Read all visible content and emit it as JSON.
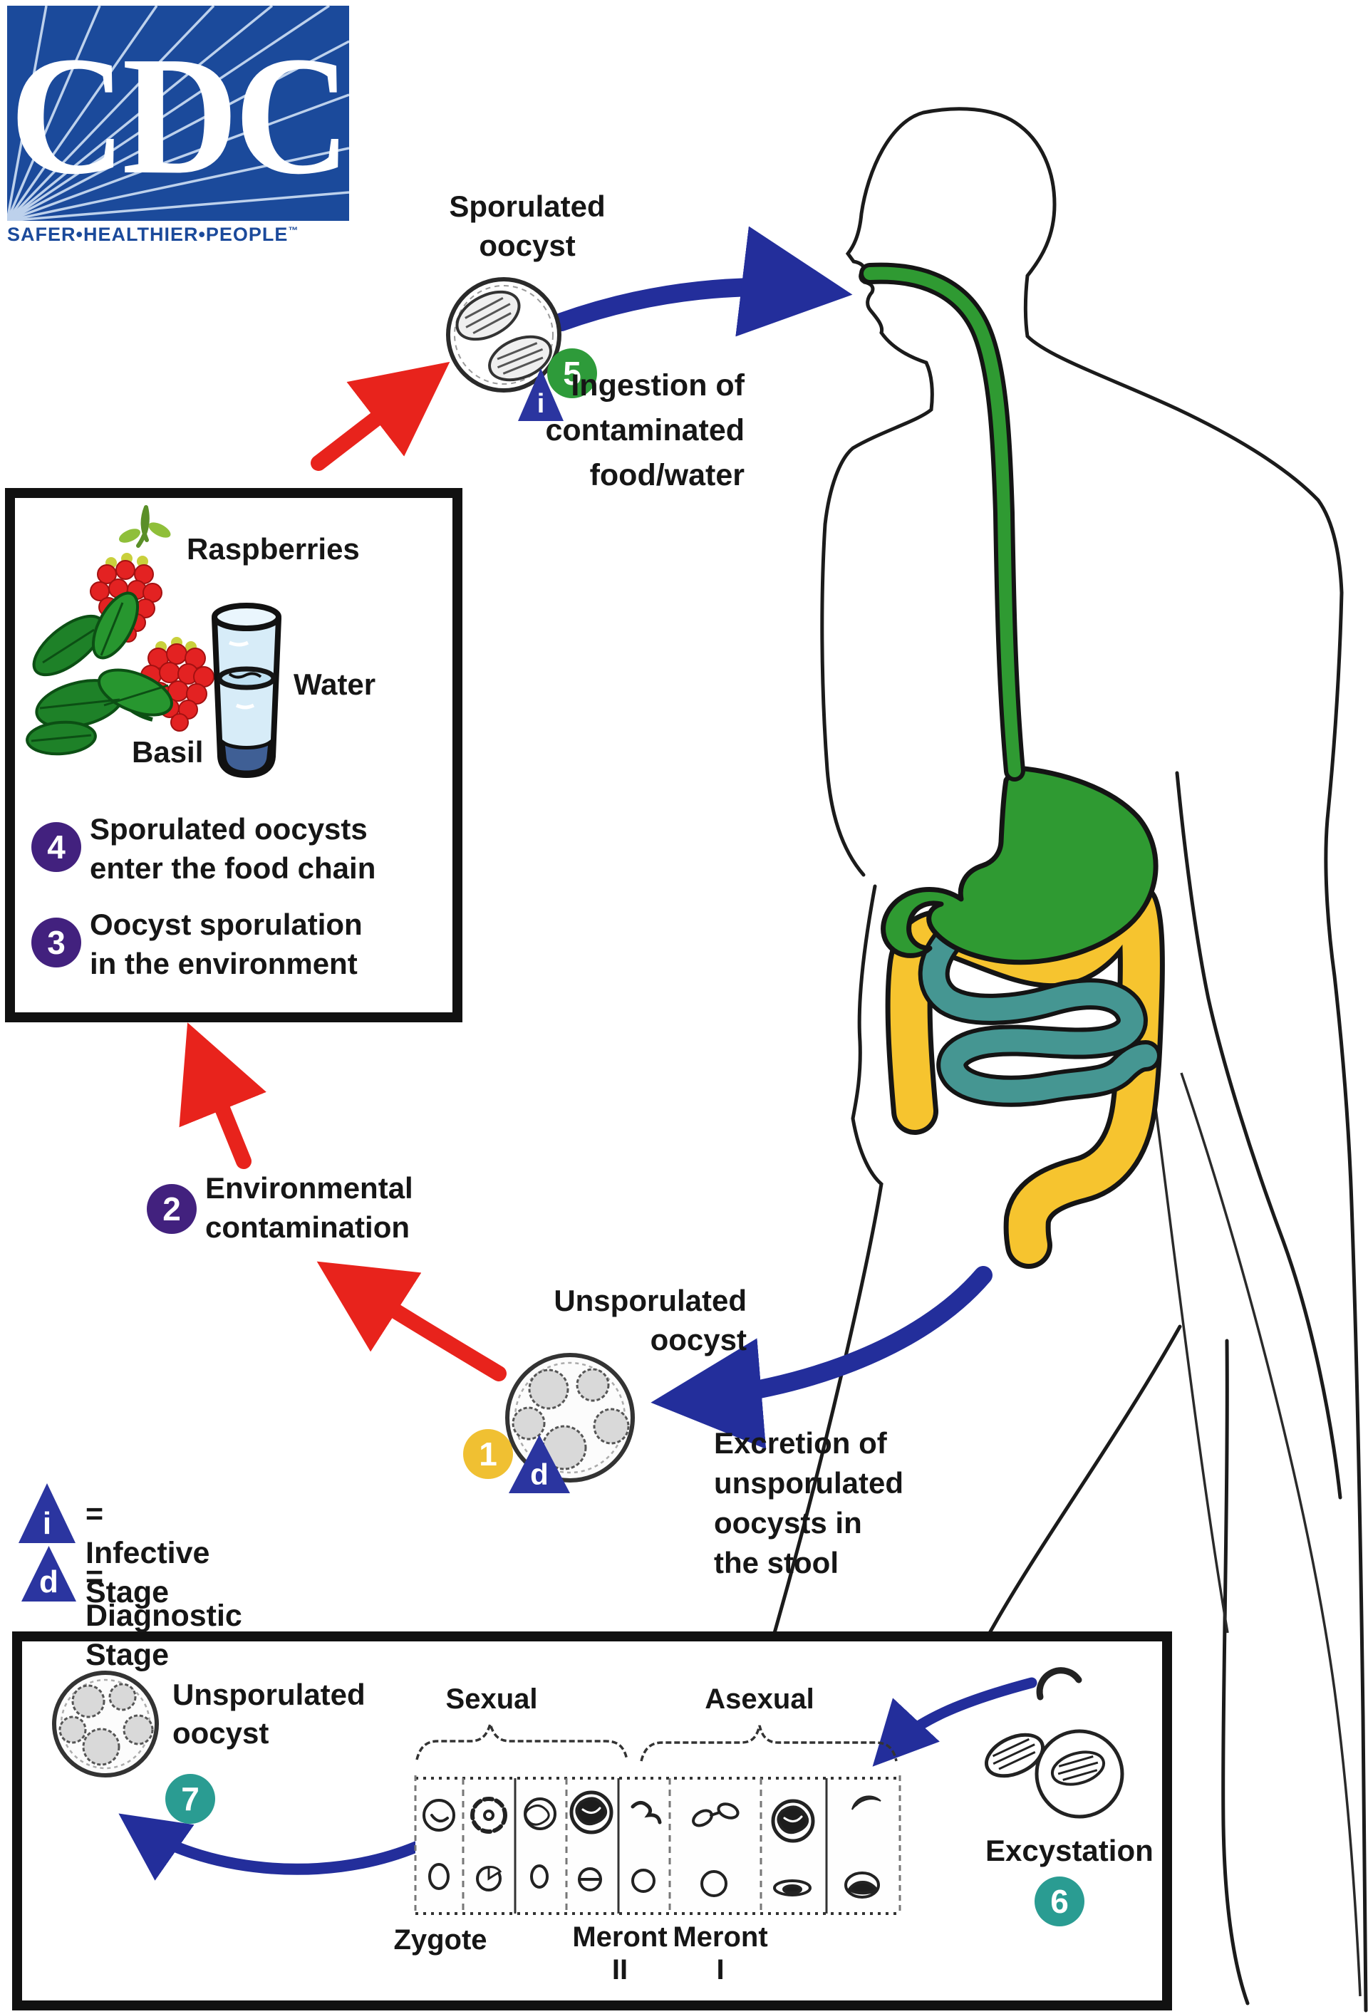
{
  "logo": {
    "acronym": "CDC",
    "tagline": "SAFER•HEALTHIER•PEOPLE",
    "trademark": "™"
  },
  "labels": {
    "sporulated_oocyst": [
      "Sporulated",
      "oocyst"
    ],
    "unsporulated_oocyst_mid": [
      "Unsporulated",
      "oocyst"
    ],
    "unsporulated_oocyst_box": [
      "Unsporulated",
      "oocyst"
    ],
    "raspberries": "Raspberries",
    "water": "Water",
    "basil": "Basil",
    "sexual": "Sexual",
    "asexual": "Asexual",
    "zygote": "Zygote",
    "meront2": [
      "Meront",
      "II"
    ],
    "meront1": [
      "Meront",
      "I"
    ],
    "excystation": "Excystation"
  },
  "steps": {
    "1": {
      "num": "1"
    },
    "2": {
      "num": "2",
      "lines": [
        "Environmental",
        "contamination"
      ]
    },
    "3": {
      "num": "3",
      "lines": [
        "Oocyst sporulation",
        "in the environment"
      ]
    },
    "4": {
      "num": "4",
      "lines": [
        "Sporulated oocysts",
        "enter the food chain"
      ]
    },
    "5": {
      "num": "5",
      "lines": [
        "Ingestion of",
        "contaminated",
        "food/water"
      ]
    },
    "6": {
      "num": "6"
    },
    "7": {
      "num": "7"
    }
  },
  "excretion": {
    "lines": [
      "Excretion of",
      "unsporulated",
      "oocysts in",
      "the stool"
    ]
  },
  "legend": {
    "infective": {
      "symbol": "i",
      "text": "= Infective Stage"
    },
    "diagnostic": {
      "symbol": "d",
      "text": "= Diagnostic Stage"
    }
  },
  "markers": {
    "i": "i",
    "d": "d"
  },
  "colors": {
    "cdc_blue": "#1b4a9b",
    "arrow_red": "#e8231c",
    "arrow_blue": "#232e9b",
    "stage_purple": "#42217e",
    "stage_green": "#2e9b3a",
    "stage_yellow": "#f0c032",
    "stage_teal": "#2a9c92",
    "marker_navy": "#2b35a0",
    "stomach_green": "#2f9a32",
    "colon_yellow": "#f6c42f",
    "intestine_teal": "#459692"
  }
}
